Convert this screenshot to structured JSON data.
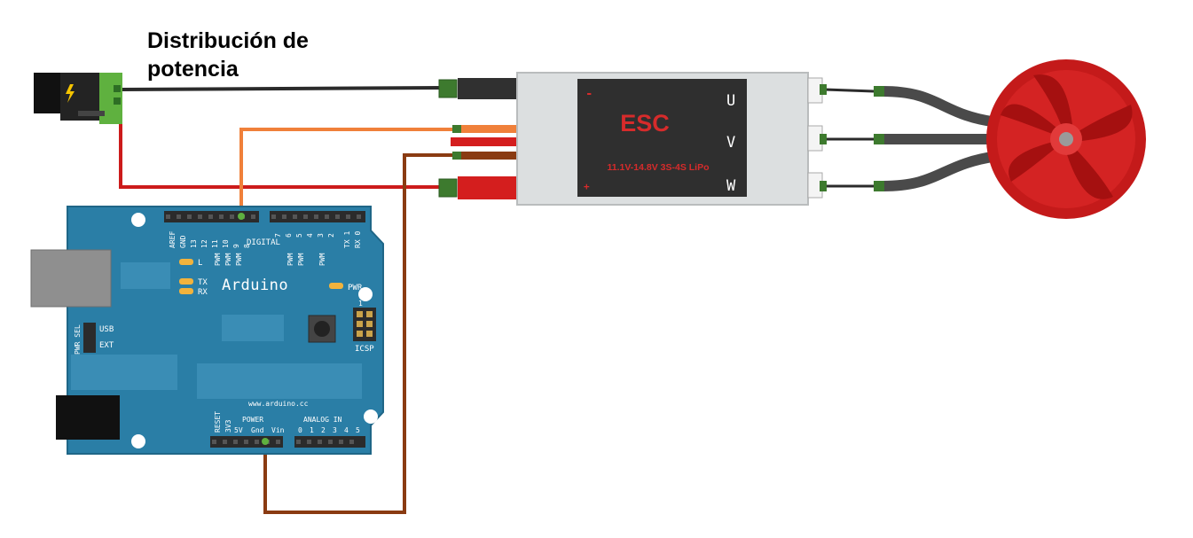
{
  "title_lines": [
    "Distribución de",
    "potencia"
  ],
  "esc": {
    "label": "ESC",
    "spec": "11.1V-14.8V  3S-4S LiPo",
    "minus": "-",
    "plus": "+",
    "phases": [
      "U",
      "V",
      "W"
    ]
  },
  "arduino": {
    "brand": "Arduino",
    "website": "www.arduino.cc",
    "digital_label": "DIGITAL",
    "digital_pins": [
      "AREF",
      "GND",
      "13",
      "12",
      "11",
      "10",
      "9",
      "8",
      "7",
      "6",
      "5",
      "4",
      "3",
      "2",
      "TX 1",
      "RX 0"
    ],
    "pwm_label": "PWM",
    "led_labels": [
      "L",
      "TX",
      "RX",
      "PWR"
    ],
    "icsp_label": "ICSP",
    "icsp_pin": "1",
    "pwr_sel": "PWR SEL",
    "usb_label": "USB",
    "ext_label": "EXT",
    "power_label": "POWER",
    "power_pins": [
      "RESET",
      "3V3",
      "5V",
      "Gnd",
      "Vin"
    ],
    "analog_label": "ANALOG IN",
    "analog_pins": [
      "0",
      "1",
      "2",
      "3",
      "4",
      "5"
    ]
  },
  "colors": {
    "pcb": "#2a7ea6",
    "wire_black": "#2b2b2b",
    "wire_red": "#cc1b1b",
    "wire_orange": "#f0803a",
    "wire_brown": "#8a3b12",
    "motor": "#c41a1a",
    "esc_body": "#dcdfe0",
    "esc_panel": "#2f2f2f"
  }
}
